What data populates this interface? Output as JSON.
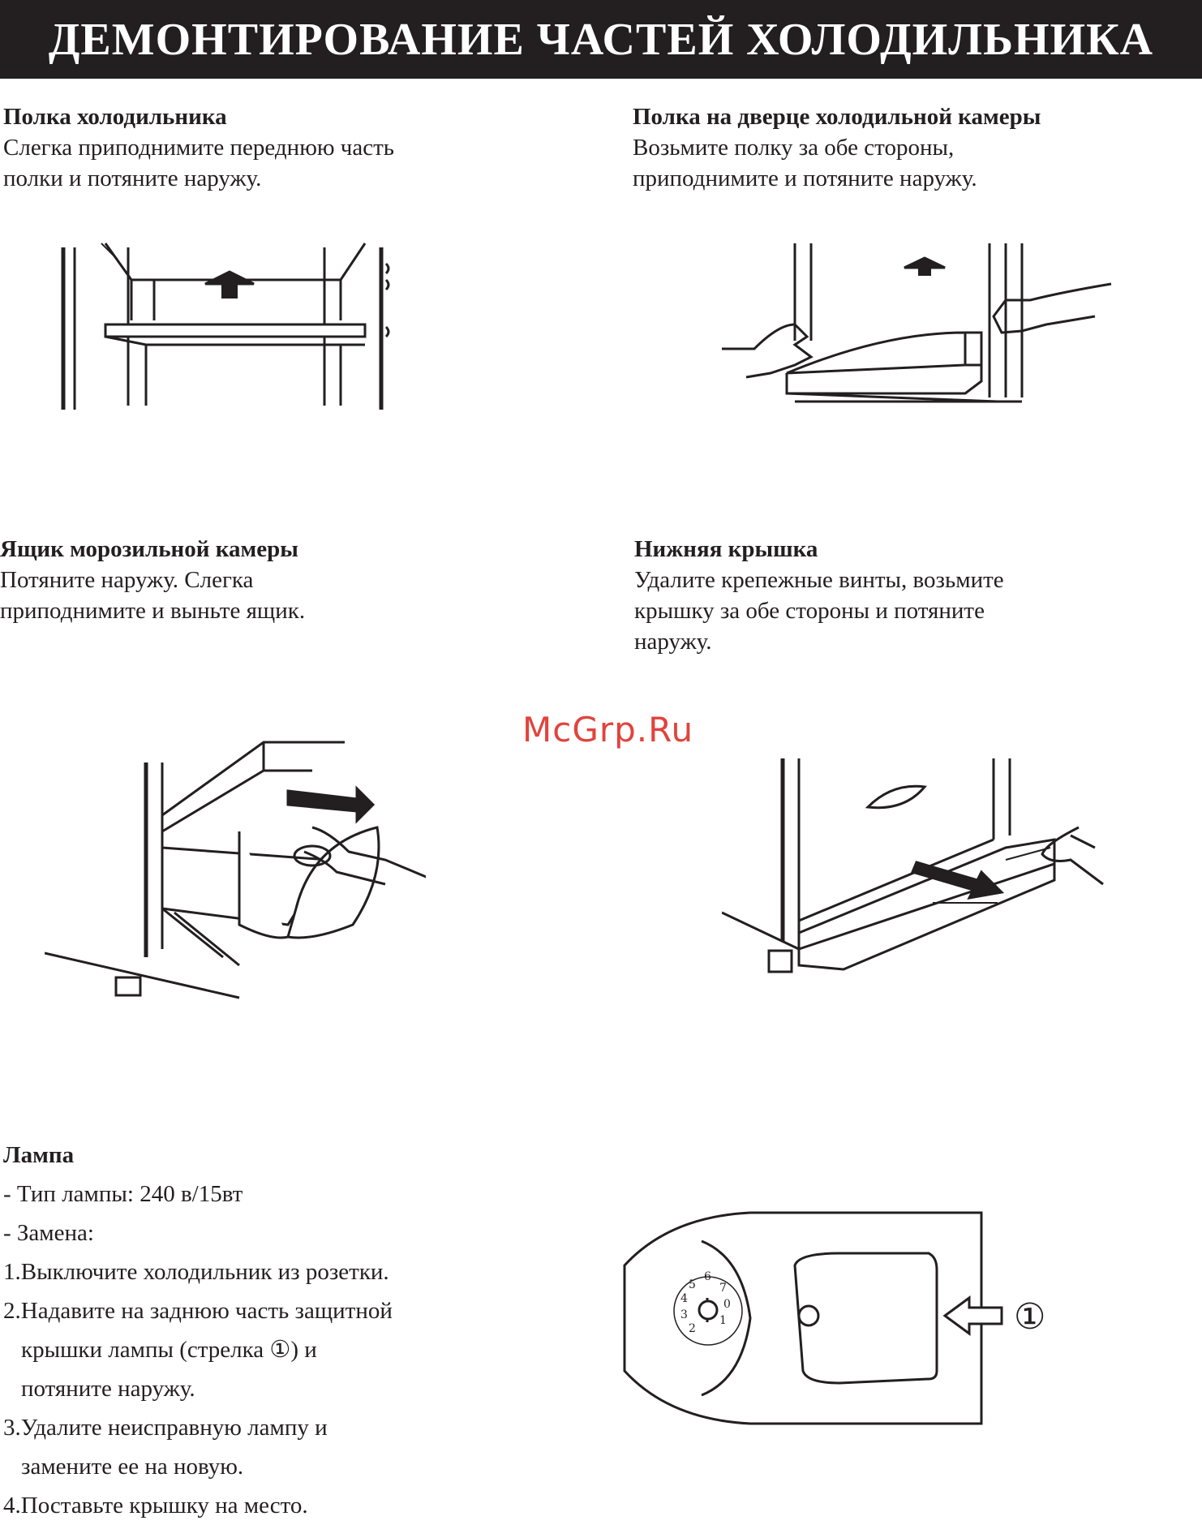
{
  "header": {
    "title": "ДЕМОНТИРОВАНИЕ ЧАСТЕЙ ХОЛОДИЛЬНИКА"
  },
  "sections": {
    "fridge_shelf": {
      "title": "Полка холодильника",
      "lines": [
        "Слегка приподнимите переднюю часть",
        "полки и потяните наружу."
      ]
    },
    "door_shelf": {
      "title": "Полка на дверце холодильной камеры",
      "lines": [
        "Возьмите полку за обе стороны,",
        "приподнимите и потяните наружу."
      ]
    },
    "freezer_drawer": {
      "title": "Ящик морозильной камеры",
      "lines": [
        "Потяните наружу. Слегка",
        "приподнимите и выньте ящик."
      ]
    },
    "bottom_cover": {
      "title": "Нижняя крышка",
      "lines": [
        "Удалите крепежные винты, возьмите",
        "крышку за обе стороны и потяните",
        "наружу."
      ]
    },
    "lamp": {
      "title": "Лампа",
      "lines": [
        "- Тип лампы: 240 в/15вт",
        "- Замена:",
        "1.Выключите холодильник из розетки.",
        "2.Надавите на заднюю часть защитной",
        "крышки лампы (стрелка ①) и",
        "потяните наружу.",
        "3.Удалите неисправную лампу и",
        "замените ее на новую.",
        "4.Поставьте крышку на место."
      ]
    }
  },
  "watermark": "McGrp.Ru",
  "lamp_figure": {
    "arrow_marker": "①",
    "dial_numbers": [
      "0",
      "1",
      "2",
      "3",
      "4",
      "5",
      "6",
      "7"
    ]
  }
}
